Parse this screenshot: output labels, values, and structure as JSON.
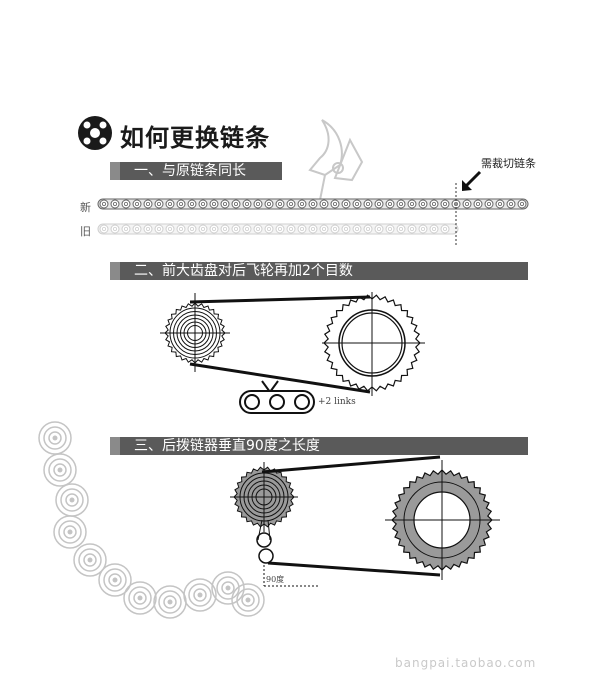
{
  "header": {
    "title": "如何更换链条"
  },
  "sections": [
    {
      "label": "一、与原链条同长"
    },
    {
      "label": "二、前大齿盘对后飞轮再加2个目数"
    },
    {
      "label": "三、后拨链器垂直90度之长度"
    }
  ],
  "chain_rows": {
    "new_label": "新",
    "old_label": "旧"
  },
  "callouts": {
    "cut_chain": "需裁切链条",
    "plus_links": "+2 links",
    "ninety_deg": "90度"
  },
  "watermark": {
    "url": "bangpai.taobao.com"
  },
  "colors": {
    "band": "#5a5a5a",
    "ink": "#1a1a1a",
    "faint": "#cfcfcf"
  }
}
